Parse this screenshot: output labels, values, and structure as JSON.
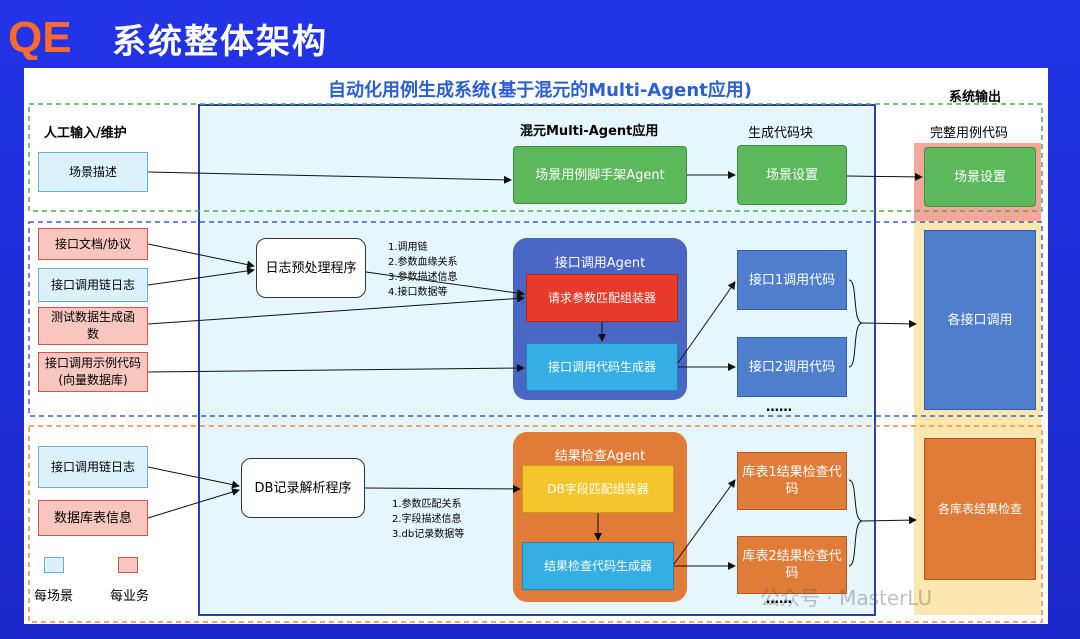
{
  "header": {
    "title": "系统整体架构",
    "logo_text": "QE"
  },
  "panel_title": "自动化用例生成系统(基于混元的Multi-Agent应用)",
  "output_title": "系统输出",
  "col_headers": {
    "input": "人工输入/维护",
    "agent_app": "混元Multi-Agent应用",
    "code_blocks": "生成代码块",
    "complete": "完整用例代码"
  },
  "section1": {
    "input": "场景描述",
    "agent": "场景用例脚手架Agent",
    "code": "场景设置",
    "output": "场景设置"
  },
  "section2": {
    "inputs": [
      "接口文档/协议",
      "接口调用链日志",
      "测试数据生成函数",
      "接口调用示例代码 (向量数据库)"
    ],
    "preprocessor": "日志预处理程序",
    "notes": [
      "1.调用链",
      "2.参数血缘关系",
      "3.参数描述信息",
      "4.接口数据等"
    ],
    "agent_title": "接口调用Agent",
    "agent_step1": "请求参数匹配组装器",
    "agent_step2": "接口调用代码生成器",
    "codes": [
      "接口1调用代码",
      "接口2调用代码"
    ],
    "ellipsis": "……",
    "output": "各接口调用"
  },
  "section3": {
    "inputs": [
      "接口调用链日志",
      "数据库表信息"
    ],
    "parser": "DB记录解析程序",
    "notes": [
      "1.参数匹配关系",
      "2.字段描述信息",
      "3.db记录数据等"
    ],
    "agent_title": "结果检查Agent",
    "agent_step1": "DB字段匹配组装器",
    "agent_step2": "结果检查代码生成器",
    "codes": [
      "库表1结果检查代码",
      "库表2结果检查代码"
    ],
    "ellipsis": "……",
    "output": "各库表结果检查"
  },
  "legend": {
    "scene": "每场景",
    "business": "每业务"
  },
  "watermark": "公众号 · MasterLU",
  "colors": {
    "background": "#1d2bd9",
    "title_blue": "#2a5fd8",
    "green": "#5bb85b",
    "steel": "#4f7fcc",
    "orange": "#e07b38",
    "red": "#e8392a",
    "cyan": "#35aee6",
    "yellow": "#f5c52c"
  }
}
